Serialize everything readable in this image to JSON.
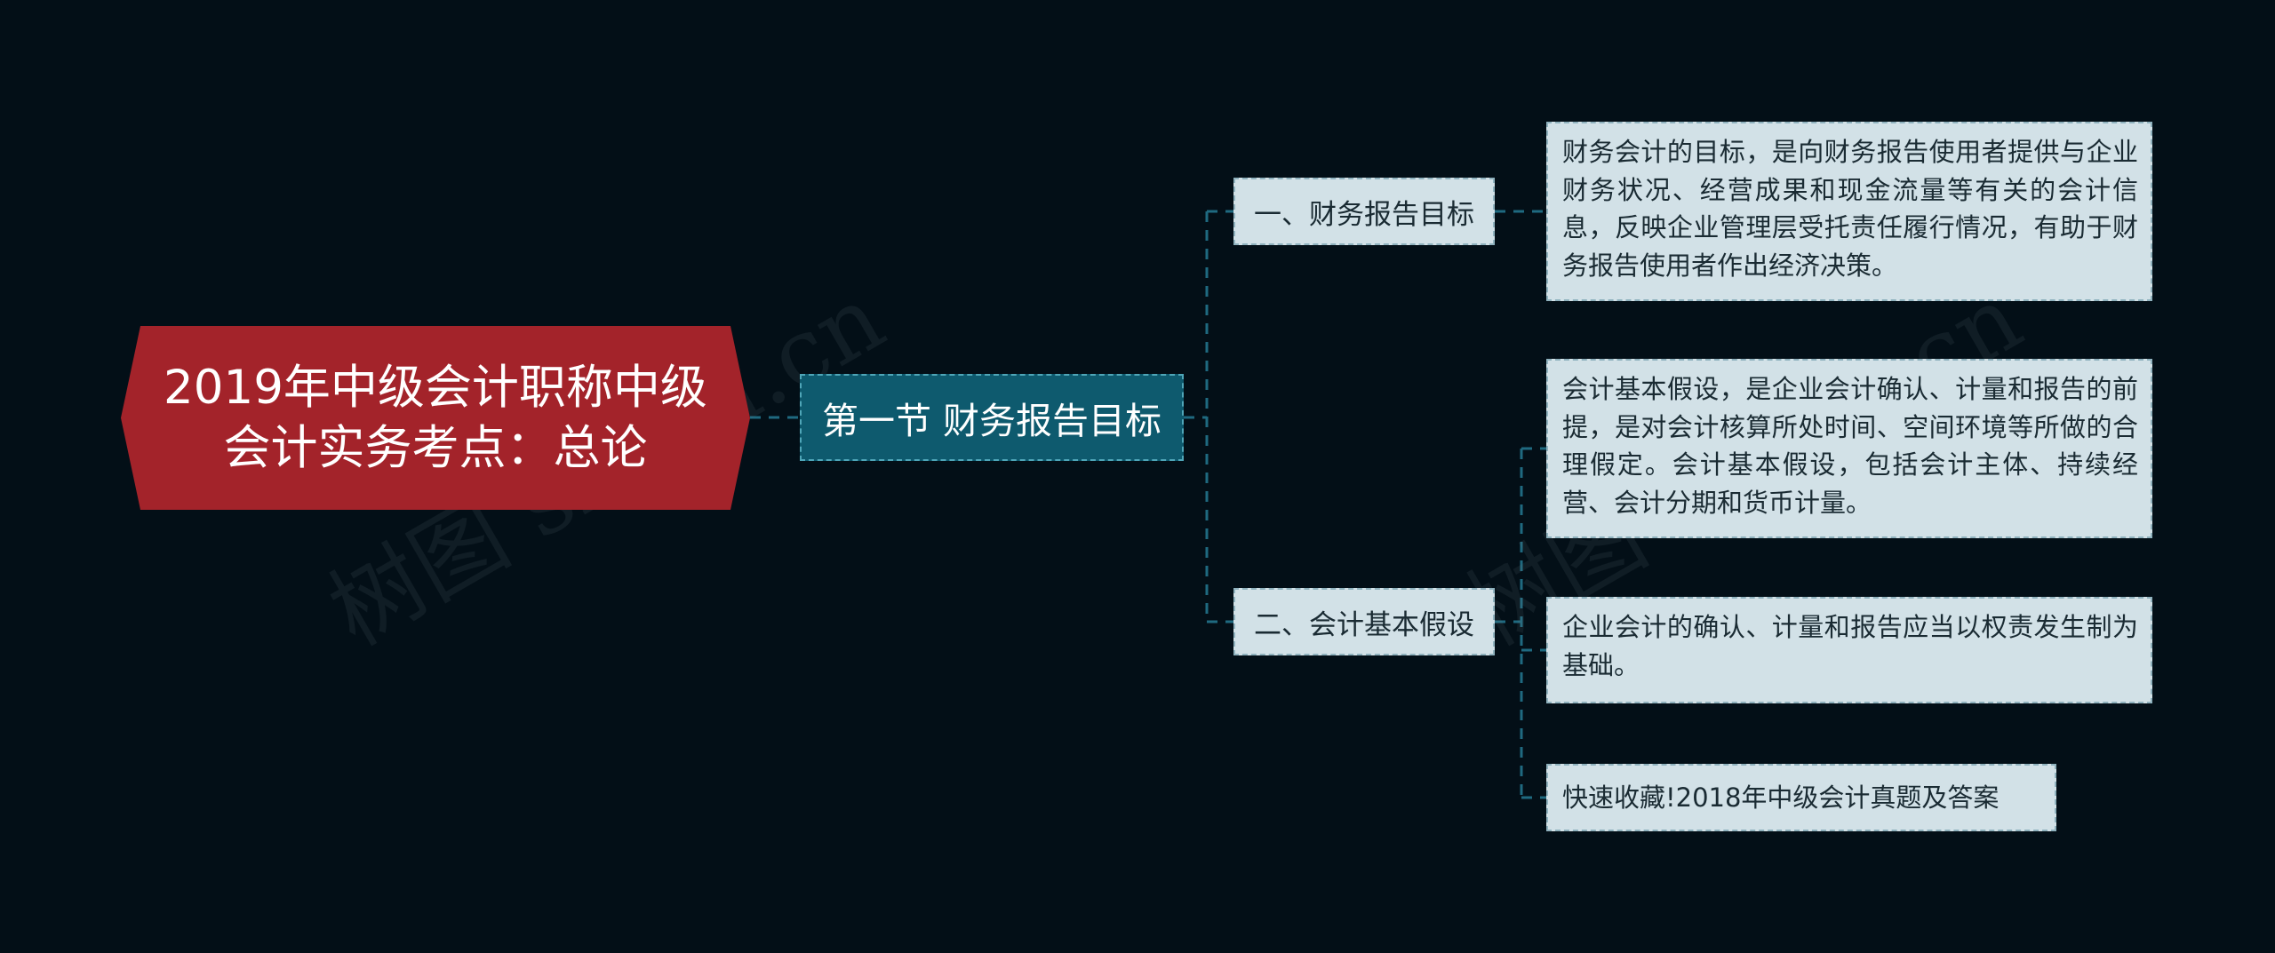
{
  "mindmap": {
    "root": {
      "title": "2019年中级会计职称中级会计实务考点：总论",
      "lines": [
        "2019年中级会计职称中级",
        "会计实务考点：总论"
      ]
    },
    "section": {
      "title": "第一节 财务报告目标"
    },
    "topics": [
      {
        "label": "一、财务报告目标",
        "details": [
          {
            "text": "财务会计的目标，是向财务报告使用者提供与企业财务状况、经营成果和现金流量等有关的会计信息，反映企业管理层受托责任履行情况，有助于财务报告使用者作出经济决策。"
          }
        ]
      },
      {
        "label": "二、会计基本假设",
        "details": [
          {
            "text": "会计基本假设，是企业会计确认、计量和报告的前提，是对会计核算所处时间、空间环境等所做的合理假定。会计基本假设，包括会计主体、持续经营、会计分期和货币计量。"
          },
          {
            "text": "企业会计的确认、计量和报告应当以权责发生制为基础。"
          },
          {
            "text": "快速收藏!2018年中级会计真题及答案"
          }
        ]
      }
    ]
  },
  "colors": {
    "background": "#030f17",
    "root_fill": "#a3232a",
    "section_fill": "#0e5a6e",
    "node_fill": "#d2e1e7",
    "connector": "#1f6a80"
  },
  "watermark": {
    "left_text": "树图 shutu.cn",
    "right_text": "树图 shutu.cn"
  }
}
